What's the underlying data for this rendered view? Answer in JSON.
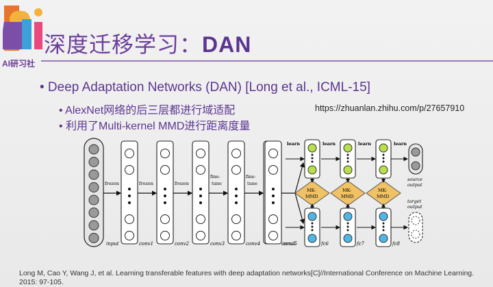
{
  "logo": {
    "text": "AI研习社"
  },
  "title": {
    "prefix": "深度迁移学习：",
    "emphasis": "DAN"
  },
  "bullets": {
    "main": "• Deep Adaptation Networks (DAN) [Long et al., ICML-15]",
    "sub1": "• AlexNet网络的后三层都进行域适配",
    "sub2": "• 利用了Multi-kernel MMD进行距离度量"
  },
  "url": "https://zhuanlan.zhihu.com/p/27657910",
  "diagram": {
    "layer_labels": [
      "input",
      "conv1",
      "conv2",
      "conv3",
      "conv4",
      "conv5",
      "fc6",
      "fc7",
      "fc8"
    ],
    "edge_labels": [
      "frozen",
      "frozen",
      "frozen",
      "fine-",
      "fine-"
    ],
    "edge_labels2": [
      "",
      "",
      "",
      "tune",
      "tune"
    ],
    "learn": "learn",
    "mk": "MK-",
    "mmd": "MMD",
    "source_output": [
      "source",
      "output"
    ],
    "target_output": [
      "target",
      "output"
    ]
  },
  "citation": "Long M, Cao Y, Wang J, et al. Learning transferable features with deep adaptation networks[C]//International Conference on Machine Learning. 2015: 97-105.",
  "colors": {
    "accent": "#6a3d9a",
    "green": "#b8e04a",
    "blue": "#4fb6e8",
    "diamond": "#f0c265"
  }
}
